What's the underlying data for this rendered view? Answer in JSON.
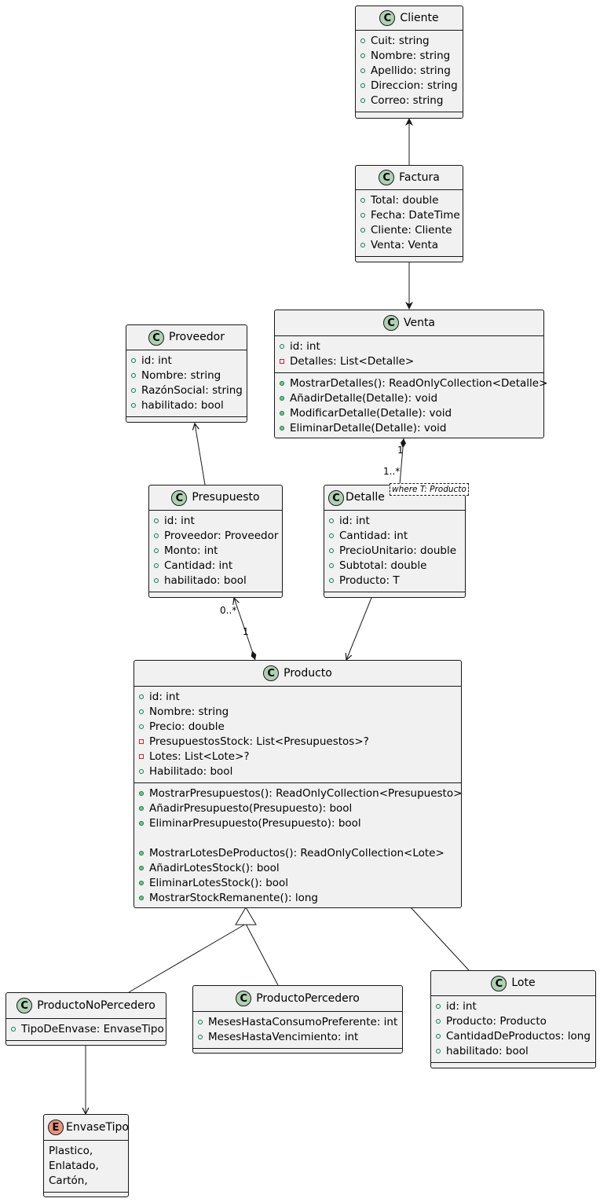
{
  "classes": {
    "cliente": {
      "name": "Cliente",
      "fields": [
        "Cuit: string",
        "Nombre: string",
        "Apellido: string",
        "Direccion: string",
        "Correo: string"
      ],
      "field_vis": [
        "public",
        "public",
        "public",
        "public",
        "public"
      ]
    },
    "factura": {
      "name": "Factura",
      "fields": [
        "Total: double",
        "Fecha: DateTime",
        "Cliente: Cliente",
        "Venta: Venta"
      ],
      "field_vis": [
        "public",
        "public",
        "public",
        "public"
      ]
    },
    "venta": {
      "name": "Venta",
      "fields": [
        "id: int",
        "Detalles: List<Detalle>"
      ],
      "field_vis": [
        "public",
        "private"
      ],
      "methods": [
        "MostrarDetalles(): ReadOnlyCollection<Detalle>",
        "AñadirDetalle(Detalle): void",
        "ModificarDetalle(Detalle): void",
        "EliminarDetalle(Detalle): void"
      ]
    },
    "proveedor": {
      "name": "Proveedor",
      "fields": [
        "id: int",
        "Nombre: string",
        "RazónSocial: string",
        "habilitado: bool"
      ],
      "field_vis": [
        "public",
        "public",
        "public",
        "public"
      ]
    },
    "presupuesto": {
      "name": "Presupuesto",
      "fields": [
        "id: int",
        "Proveedor: Proveedor",
        "Monto: int",
        "Cantidad: int",
        "habilitado: bool"
      ],
      "field_vis": [
        "public",
        "public",
        "public",
        "public",
        "public"
      ]
    },
    "detalle": {
      "name": "Detalle",
      "generic": "where T: Producto",
      "fields": [
        "id: int",
        "Cantidad: int",
        "PrecioUnitario: double",
        "Subtotal: double",
        "Producto: T"
      ],
      "field_vis": [
        "public",
        "public",
        "public",
        "public",
        "public"
      ]
    },
    "producto": {
      "name": "Producto",
      "fields": [
        "id: int",
        "Nombre: string",
        "Precio: double",
        "PresupuestosStock: List<Presupuestos>?",
        "Lotes: List<Lote>?",
        "Habilitado: bool"
      ],
      "field_vis": [
        "public",
        "public",
        "public",
        "private",
        "private",
        "public"
      ],
      "methods": [
        "MostrarPresupuestos(): ReadOnlyCollection<Presupuesto>",
        "AñadirPresupuesto(Presupuesto): bool",
        "EliminarPresupuesto(Presupuesto): bool",
        "",
        "MostrarLotesDeProductos(): ReadOnlyCollection<Lote>",
        "AñadirLotesStock(): bool",
        "EliminarLotesStock(): bool",
        "MostrarStockRemanente(): long"
      ]
    },
    "producto_no_perecedero": {
      "name": "ProductoNoPercedero",
      "fields": [
        "TipoDeEnvase: EnvaseTipo"
      ],
      "field_vis": [
        "public"
      ]
    },
    "producto_perecedero": {
      "name": "ProductoPercedero",
      "fields": [
        "MesesHastaConsumoPreferente: int",
        "MesesHastaVencimiento: int"
      ],
      "field_vis": [
        "public",
        "public"
      ]
    },
    "lote": {
      "name": "Lote",
      "fields": [
        "id: int",
        "Producto: Producto",
        "CantidadDeProductos: long",
        "habilitado: bool"
      ],
      "field_vis": [
        "public",
        "public",
        "public",
        "public"
      ]
    }
  },
  "enums": {
    "envase_tipo": {
      "name": "EnvaseTipo",
      "literals": [
        "Plastico,",
        "Enlatado,",
        "Cartón,"
      ]
    }
  },
  "multiplicities": {
    "venta_end": "1",
    "detalle_end": "1..*",
    "presupuesto_end": "0..*",
    "producto_end": "1"
  },
  "colors": {
    "class_fill": "#f1f1f1",
    "border": "#181818",
    "class_badge": "#add1b2",
    "enum_badge": "#eb937f",
    "public_field": "#038048",
    "private_field": "#c82930",
    "public_method_fill": "#84be84"
  }
}
